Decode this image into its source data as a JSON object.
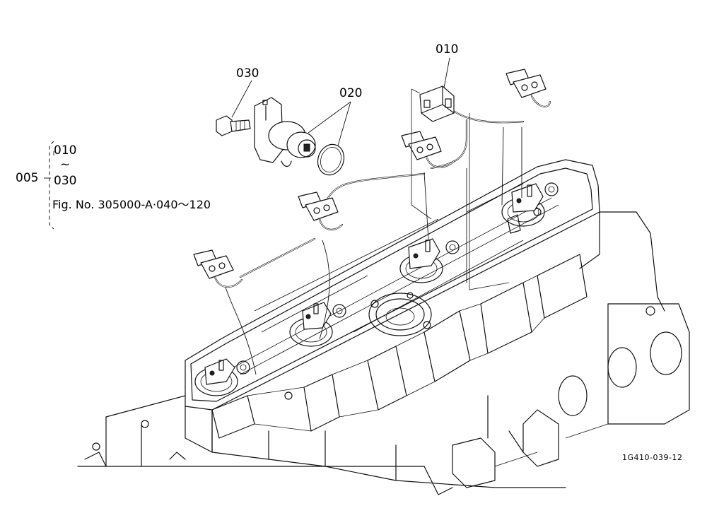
{
  "callouts": {
    "p010": "010",
    "p020": "020",
    "p030": "030",
    "assembly": "005",
    "group_start": "010",
    "group_tilde": "~",
    "group_end": "030",
    "fig_ref": "Fig. No. 305000-A·040～120",
    "drawing_code": "1G410-039-12"
  }
}
